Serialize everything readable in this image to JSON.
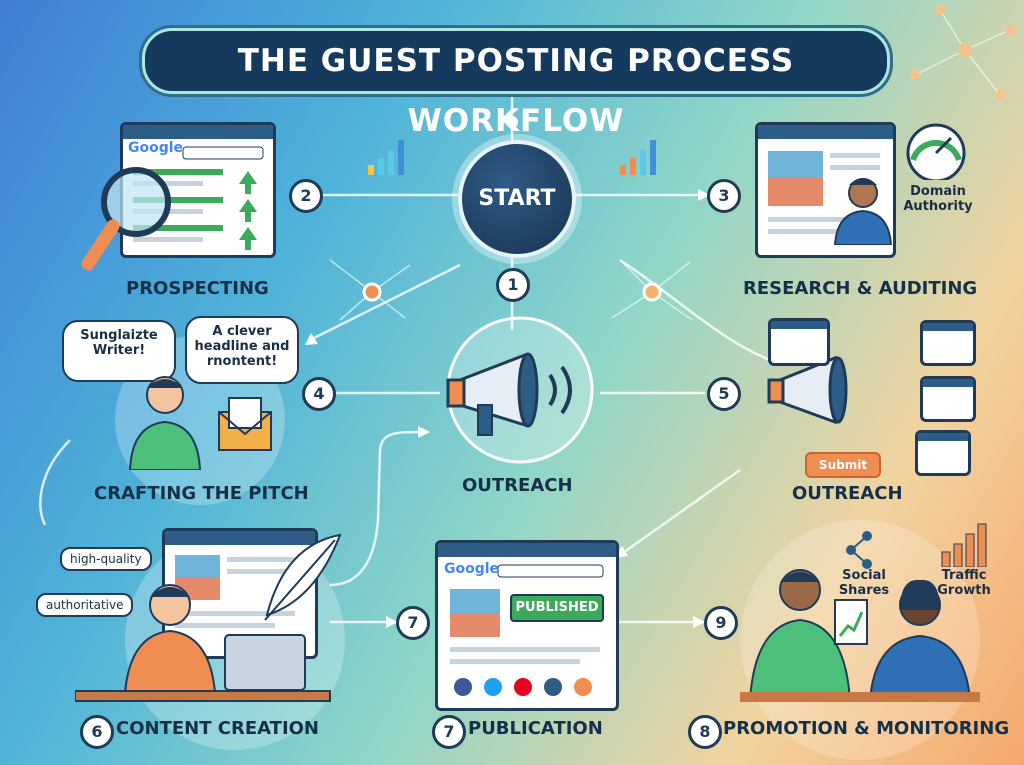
{
  "title": "THE GUEST POSTING PROCESS WORKFLOW",
  "center": {
    "start": "START",
    "outreach": "OUTREACH"
  },
  "numbers": {
    "n1": "1",
    "n2": "2",
    "n3": "3",
    "n4": "4",
    "n5": "5",
    "n6": "6",
    "n7a": "7",
    "n7b": "7",
    "n8": "8",
    "n9": "9"
  },
  "steps": {
    "prospecting": "PROSPECTING",
    "research": "RESEARCH & AUDITING",
    "pitch": "CRAFTING THE PITCH",
    "outreach_right": "OUTREACH",
    "content": "CONTENT CREATION",
    "publication": "PUBLICATION",
    "promotion": "PROMOTION & MONITORING"
  },
  "google_text": "Google",
  "domain_authority": "Domain Authority",
  "bubbles": {
    "left": "Sunglaizte Writer!",
    "right": "A clever headline and rnontent!"
  },
  "tags": {
    "quality": "high-quality",
    "authoritative": "authoritative"
  },
  "published": "PUBLISHED",
  "submit": "Submit",
  "social_shares": "Social Shares",
  "traffic_growth": "Traffic Growth",
  "colors": {
    "navy": "#1f3b57",
    "accent_orange": "#f08d53",
    "accent_green": "#3caa5a"
  }
}
